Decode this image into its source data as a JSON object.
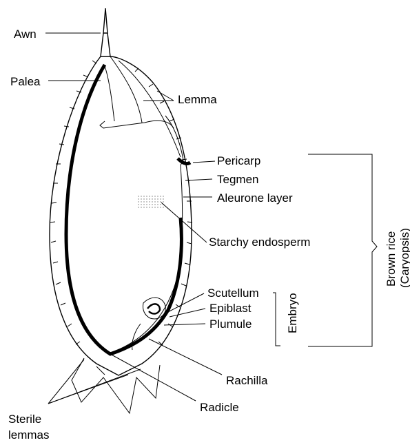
{
  "diagram": {
    "labels": {
      "awn": "Awn",
      "palea": "Palea",
      "lemma": "Lemma",
      "pericarp": "Pericarp",
      "tegmen": "Tegmen",
      "aleurone_layer": "Aleurone layer",
      "starchy_endosperm": "Starchy endosperm",
      "scutellum": "Scutellum",
      "epiblast": "Epiblast",
      "plumule": "Plumule",
      "embryo": "Embryo",
      "rachilla": "Rachilla",
      "radicle": "Radicle",
      "sterile_lemmas_line1": "Sterile",
      "sterile_lemmas_line2": "lemmas",
      "brown_rice_line1": "Brown rice",
      "brown_rice_line2": "(Caryopsis)"
    }
  }
}
